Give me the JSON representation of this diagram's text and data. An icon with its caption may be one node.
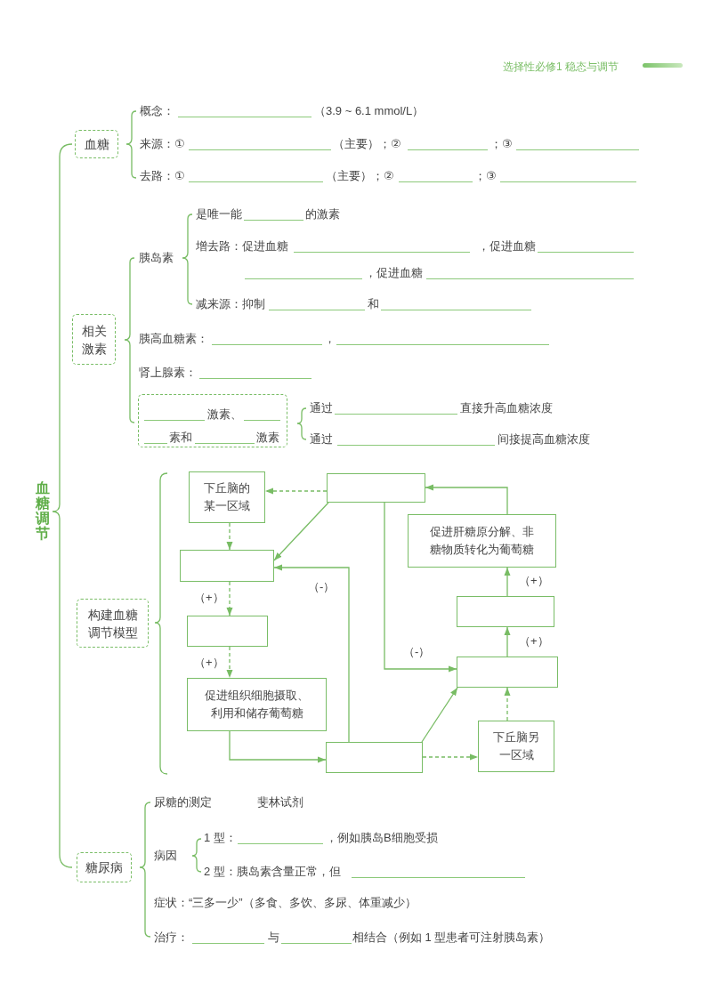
{
  "diagram": {
    "nodes": [
      {
        "text": [
          "血糖"
        ]
      },
      {
        "text": [
          "相关激素"
        ]
      },
      {
        "text": [
          "激素、",
          "素和",
          "激素"
        ]
      },
      {
        "text": [
          "构建血糖调节模型"
        ]
      },
      {
        "text": [
          "下丘脑的某一区域"
        ]
      },
      {
        "text": [],
        "shape": "box"
      },
      {
        "text": [
          "促进肝糖原分解、非糖物质转化为葡萄糖"
        ]
      },
      {
        "text": [],
        "shape": "box"
      },
      {
        "text": [],
        "shape": "box"
      },
      {
        "text": [],
        "shape": "box"
      },
      {
        "text": [],
        "shape": "box"
      },
      {
        "text": [
          "促进组织细胞摄取、利用和储存葡萄糖"
        ]
      },
      {
        "text": [
          "下丘脑另一区域"
        ]
      },
      {
        "text": [],
        "shape": "box"
      },
      {
        "text": [
          "糖尿病"
        ]
      }
    ],
    "edges": [
      {
        "from": 5,
        "to": 4,
        "arrow": "to",
        "style": "dashed"
      },
      {
        "from": 4,
        "to": 7,
        "arrow": "to",
        "style": "dashed"
      },
      {
        "from": 5,
        "to": 7,
        "arrow": "to"
      },
      {
        "from": 7,
        "to": 9,
        "arrow": "to",
        "style": "dashed",
        "label": "（+）"
      },
      {
        "from": 9,
        "to": 11,
        "arrow": "to",
        "style": "dashed",
        "label": "（+）"
      },
      {
        "from": 11,
        "to": 13,
        "arrow": "to"
      },
      {
        "from": 13,
        "to": 7,
        "arrow": "to",
        "label": "（-）"
      },
      {
        "from": 5,
        "to": 10,
        "arrow": "to",
        "label": "（-）"
      },
      {
        "from": 13,
        "to": 10,
        "arrow": "to"
      },
      {
        "from": 13,
        "to": 12,
        "arrow": "to",
        "style": "dashed"
      },
      {
        "from": 12,
        "to": 10,
        "arrow": "to",
        "style": "dashed"
      },
      {
        "from": 10,
        "to": 8,
        "arrow": "to",
        "label": "（+）"
      },
      {
        "from": 8,
        "to": 6,
        "arrow": "to",
        "label": "（+）"
      },
      {
        "from": 6,
        "to": 5,
        "arrow": "to"
      }
    ],
    "labels": [
      "选择性必修1 稳态与调节",
      "血糖调节",
      "概念：",
      "（3.9 ~ 6.1 mmol/L）",
      "来源：①",
      "（主要）；②",
      "；③",
      "去路：①",
      "（主要）；②",
      "；③",
      "胰岛素",
      "是唯一能",
      "的激素",
      "增去路：促进血糖",
      "，促进血糖",
      "，促进血糖",
      "减来源：抑制",
      "和",
      "胰高血糖素：",
      "，",
      "肾上腺素：",
      "通过",
      "直接升高血糖浓度",
      "通过",
      "间接提高血糖浓度",
      "尿糖的测定",
      "斐林试剂",
      "病因",
      "1 型：",
      "，例如胰岛B细胞受损",
      "2 型：胰岛素含量正常，但",
      "症状：“三多一少”（多食、多饮、多尿、体重减少）",
      "治疗：",
      "与",
      "相结合（例如 1 型患者可注射胰岛素）"
    ]
  }
}
